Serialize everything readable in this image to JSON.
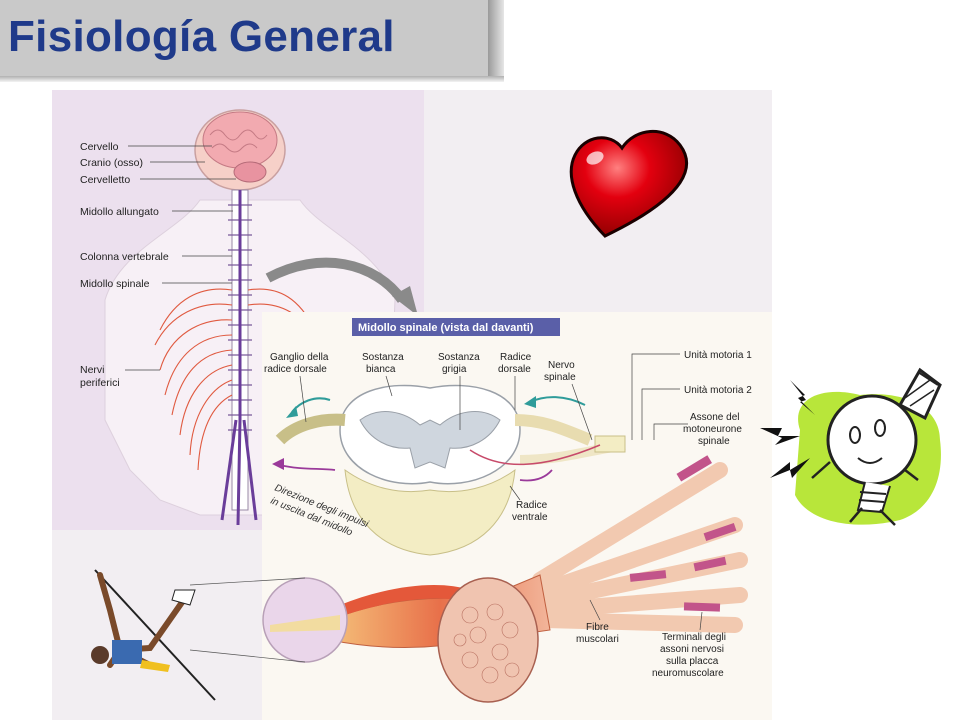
{
  "title": "Fisiología General",
  "body_labels": [
    "Cervello",
    "Cranio (osso)",
    "Cervelletto",
    "Midollo allungato",
    "Colonna vertebrale",
    "Midollo spinale",
    "Nervi",
    "periferici"
  ],
  "spinal_title": "Midollo spinale (vista dal davanti)",
  "spinal_labels": {
    "ganglio": [
      "Ganglio della",
      "radice dorsale"
    ],
    "sostanza_bianca": [
      "Sostanza",
      "bianca"
    ],
    "sostanza_grigia": [
      "Sostanza",
      "grigia"
    ],
    "radice_dorsale": [
      "Radice",
      "dorsale"
    ],
    "nervo_spinale": [
      "Nervo",
      "spinale"
    ],
    "radice_ventrale": [
      "Radice",
      "ventrale"
    ],
    "direzione": [
      "Direzione degli impulsi",
      "in uscita dal midollo"
    ]
  },
  "motor_labels": {
    "unita1": "Unità motoria 1",
    "unita2": "Unità motoria 2",
    "assone": [
      "Assone del",
      "motoneurone",
      "spinale"
    ],
    "fibre": [
      "Fibre",
      "muscolari"
    ],
    "terminali": [
      "Terminali degli",
      "assoni nervosi",
      "sulla placca",
      "neuromuscolare"
    ]
  },
  "colors": {
    "title": "#1f3a8a",
    "banner": "#5a5fa8",
    "nerve": "#e05a40",
    "cord": "#6a3d9a"
  }
}
